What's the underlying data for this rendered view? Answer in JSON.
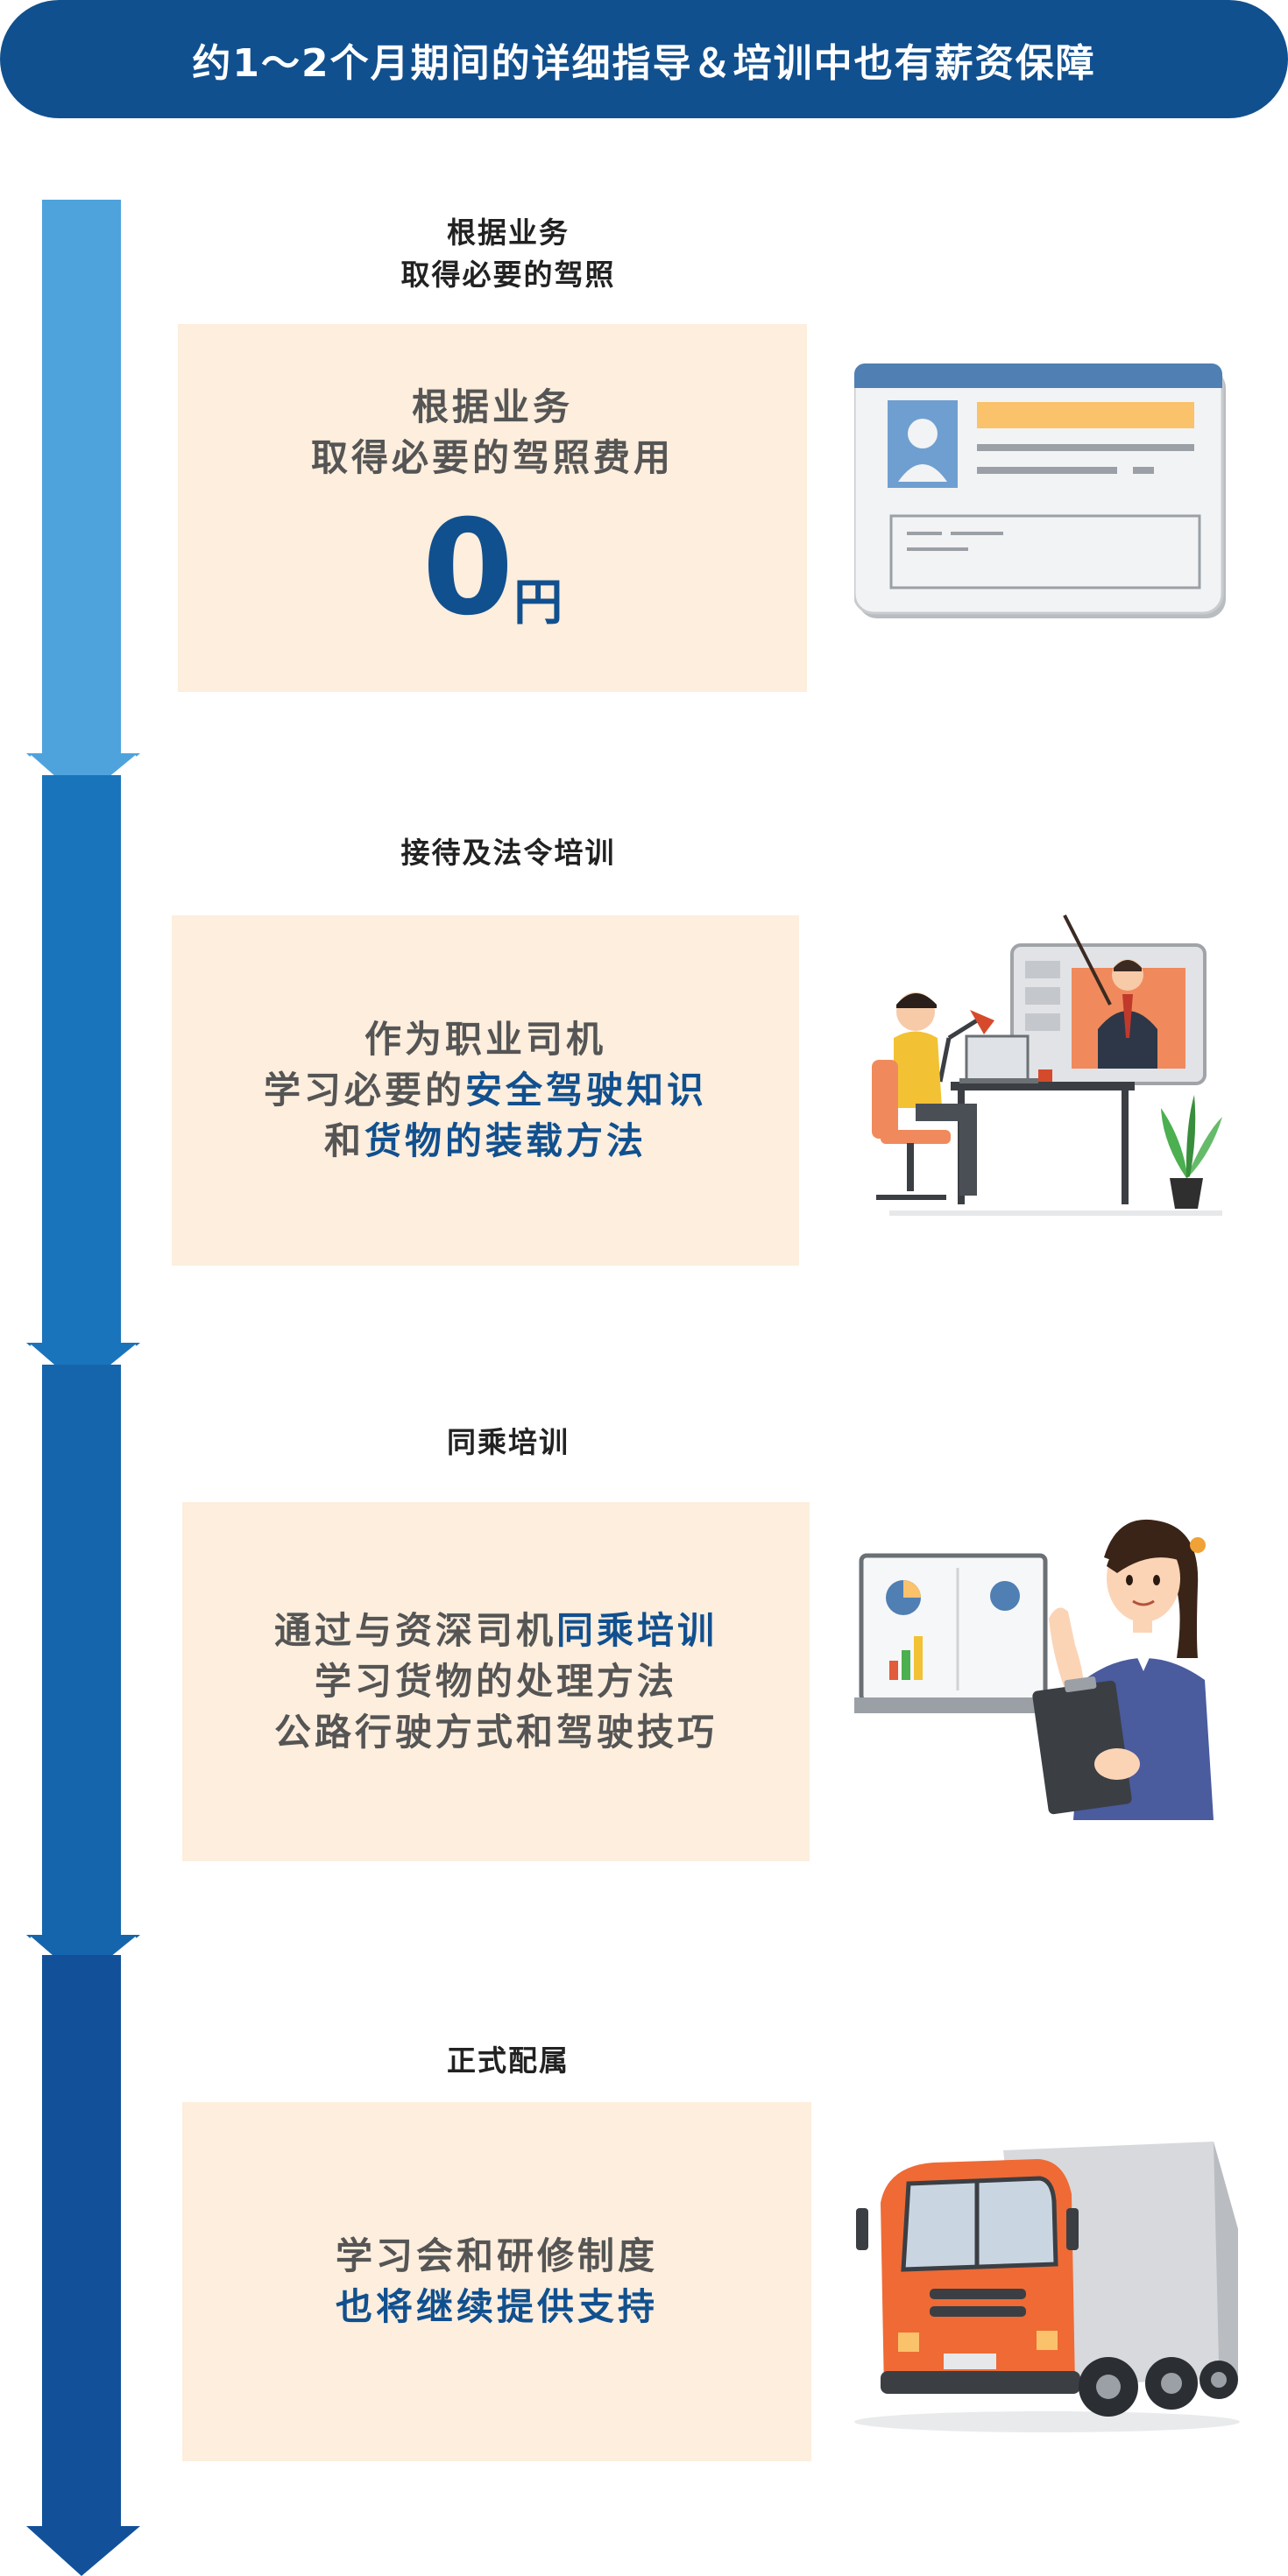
{
  "header": {
    "title": "约1～2个月期间的详细指导＆培训中也有薪资保障"
  },
  "colors": {
    "navy": "#11508f",
    "arrow_light": "#4ea3dd",
    "arrow_mid": "#1a74bc",
    "arrow_dark": "#12519a",
    "box_bg": "#fdeedd"
  },
  "steps": [
    {
      "title_lines": [
        "根据业务",
        "取得必要的驾照"
      ],
      "box": {
        "line1": "根据业务",
        "line2": "取得必要的驾照费用",
        "price_number": "0",
        "price_unit": "円"
      },
      "illustration": "driver-license-card"
    },
    {
      "title_lines": [
        "接待及法令培训"
      ],
      "box": {
        "line1": "作为职业司机",
        "line2_plain": "学习必要的",
        "line2_highlight": "安全驾驶知识",
        "line3_plain": "和",
        "line3_highlight": "货物的装载方法"
      },
      "illustration": "online-training-desk"
    },
    {
      "title_lines": [
        "同乘培训"
      ],
      "box": {
        "line1_plain": "通过与资深司机",
        "line1_highlight": "同乘培训",
        "line2": "学习货物的处理方法",
        "line3": "公路行驶方式和驾驶技巧"
      },
      "illustration": "instructor-with-clipboard"
    },
    {
      "title_lines": [
        "正式配属"
      ],
      "box": {
        "line1": "学习会和研修制度",
        "line2_highlight": "也将继续提供支持"
      },
      "illustration": "orange-truck"
    }
  ]
}
